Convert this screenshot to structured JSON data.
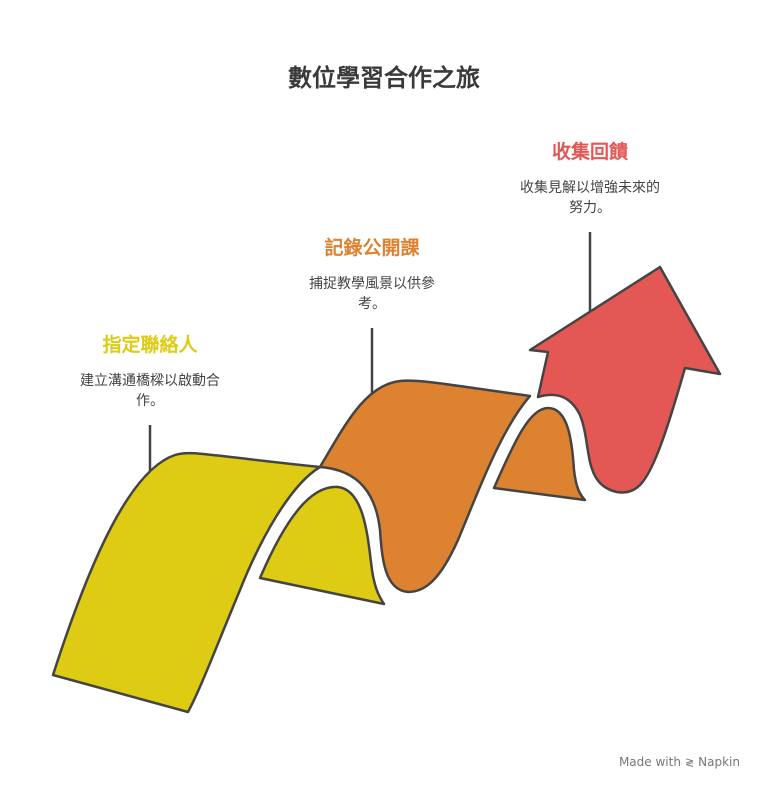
{
  "title": "數位學習合作之旅",
  "steps": [
    {
      "label": "指定聯絡人",
      "desc1": "建立溝通橋樑以啟動合",
      "desc2": "作。",
      "color": "#DECB14"
    },
    {
      "label": "記錄公開課",
      "desc1": "捕捉教學風景以供參",
      "desc2": "考。",
      "color": "#DD8230"
    },
    {
      "label": "收集回饋",
      "desc1": "收集見解以增強未來的",
      "desc2": "努力。",
      "color": "#E35855"
    }
  ],
  "footer": {
    "made_with": "Made with",
    "brand": "Napkin"
  }
}
